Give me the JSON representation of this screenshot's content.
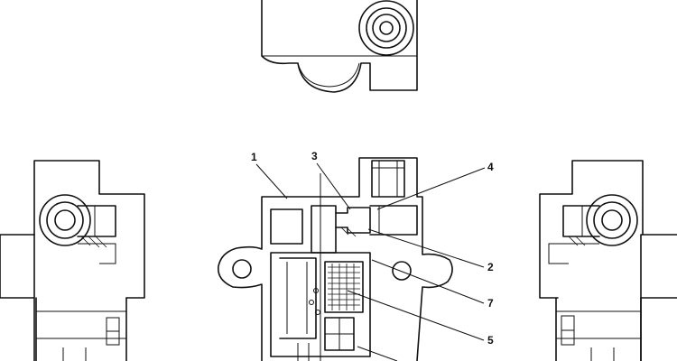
{
  "callouts": [
    "1",
    "2",
    "3",
    "4",
    "5",
    "7"
  ]
}
